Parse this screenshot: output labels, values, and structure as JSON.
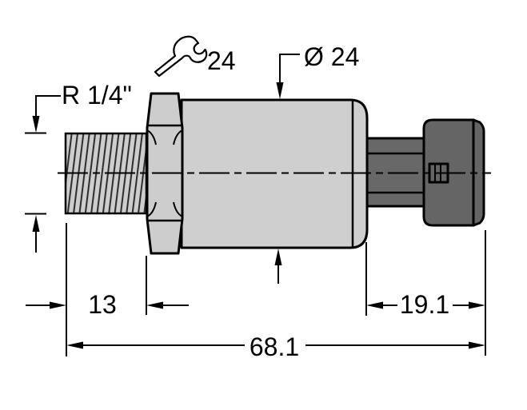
{
  "drawing": {
    "type": "technical-dimension-drawing",
    "subject": "threaded pressure sensor with connector",
    "background": "#ffffff",
    "colors": {
      "body_fill": "#cfcfcf",
      "hex_fill": "#cdcdcd",
      "thread_fill": "#cdcdcd",
      "neck_fill": "#686868",
      "cap_fill": "#656565",
      "line": "#000000"
    },
    "labels": {
      "thread_size": "R 1/4\"",
      "wrench_size": "24",
      "body_diameter": "Ø 24",
      "thread_length": "13",
      "connector_length": "19.1",
      "overall_length": "68.1"
    },
    "icons": {
      "wrench": "wrench-icon"
    }
  }
}
